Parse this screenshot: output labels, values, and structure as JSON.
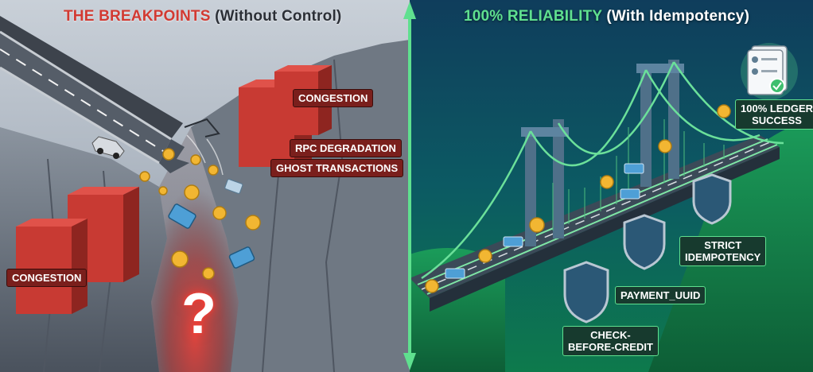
{
  "left": {
    "title_highlight": "THE BREAKPOINTS",
    "title_rest": "(Without Control)",
    "labels": {
      "congestion_top": "CONGESTION",
      "rpc_degradation": "RPC DEGRADATION",
      "ghost_transactions": "GHOST TRANSACTIONS",
      "congestion_bottom": "CONGESTION"
    },
    "question_mark": "?"
  },
  "right": {
    "title_highlight": "100% RELIABILITY",
    "title_rest": "(With Idempotency)",
    "labels": {
      "ledger_line1": "100% LEDGER",
      "ledger_line2": "SUCCESS",
      "strict_line1": "STRICT",
      "strict_line2": "IDEMPOTENCY",
      "payment_uuid": "PAYMENT_UUID",
      "check_line1": "CHECK-",
      "check_line2": "BEFORE-CREDIT"
    }
  },
  "colors": {
    "danger": "#d23a32",
    "success": "#5fe08f",
    "coin": "#f2b632",
    "divider": "#5fe08f"
  }
}
